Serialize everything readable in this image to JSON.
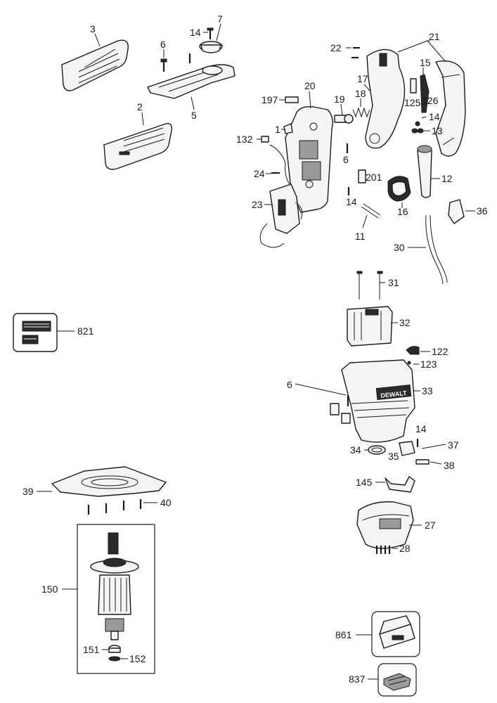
{
  "diagram": {
    "callouts": {
      "p1": "1",
      "p2": "2",
      "p3": "3",
      "p5": "5",
      "p6a": "6",
      "p6b": "6",
      "p6c": "6",
      "p7": "7",
      "p11": "11",
      "p12": "12",
      "p13": "13",
      "p14a": "14",
      "p14b": "14",
      "p14c": "14",
      "p14d": "14",
      "p15": "15",
      "p16": "16",
      "p17": "17",
      "p18": "18",
      "p19": "19",
      "p20": "20",
      "p21": "21",
      "p22": "22",
      "p23": "23",
      "p24": "24",
      "p27": "27",
      "p28": "28",
      "p30": "30",
      "p31": "31",
      "p32": "32",
      "p33": "33",
      "p34": "34",
      "p35": "35",
      "p36": "36",
      "p37": "37",
      "p38": "38",
      "p39": "39",
      "p40": "40",
      "p122": "122",
      "p123": "123",
      "p125": "125",
      "p126": "126",
      "p132": "132",
      "p145": "145",
      "p150": "150",
      "p151": "151",
      "p152": "152",
      "p197": "197",
      "p201": "201",
      "p821": "821",
      "p837": "837",
      "p861": "861"
    },
    "brand_text": "DEWALT"
  }
}
